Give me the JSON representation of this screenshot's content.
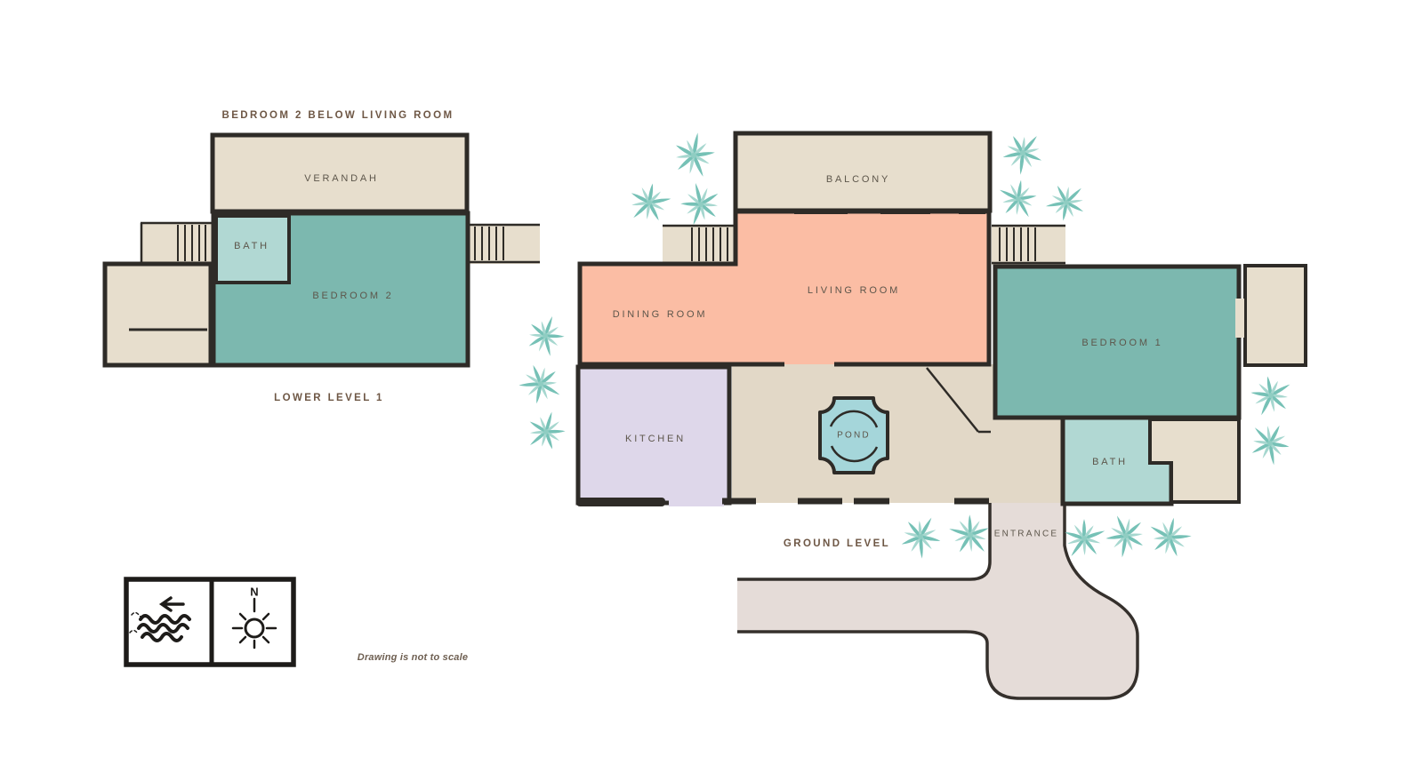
{
  "plans": {
    "lower_level": {
      "title": "BEDROOM 2 BELOW LIVING ROOM",
      "caption": "LOWER LEVEL 1",
      "rooms": {
        "verandah": "VERANDAH",
        "bath": "BATH",
        "bedroom2": "BEDROOM 2"
      }
    },
    "ground_level": {
      "caption": "GROUND LEVEL",
      "rooms": {
        "balcony": "BALCONY",
        "living": "LIVING ROOM",
        "dining": "DINING ROOM",
        "kitchen": "KITCHEN",
        "pond": "POND",
        "bedroom1": "BEDROOM 1",
        "bath": "BATH",
        "entrance": "ENTRANCE"
      }
    }
  },
  "legend": {
    "compass_north": "N",
    "water_icon": "waves-with-left-arrow",
    "compass_icon": "sun-compass"
  },
  "note": "Drawing is not to scale",
  "colors": {
    "wall": "#2e2b27",
    "beige": "#e7decd",
    "hall_beige": "#e2d8c7",
    "teal_bedroom": "#7cb8af",
    "light_teal_bath": "#b1d8d3",
    "salmon_living": "#fbbda4",
    "lavender_kitchen": "#ded7ea",
    "pond_blue": "#a5d6da",
    "path_pink": "#e5dcd8",
    "tree_dark": "#76c1b6",
    "tree_light": "#a6d7cf",
    "label_text": "#5d564b",
    "title_text": "#6e5745"
  }
}
